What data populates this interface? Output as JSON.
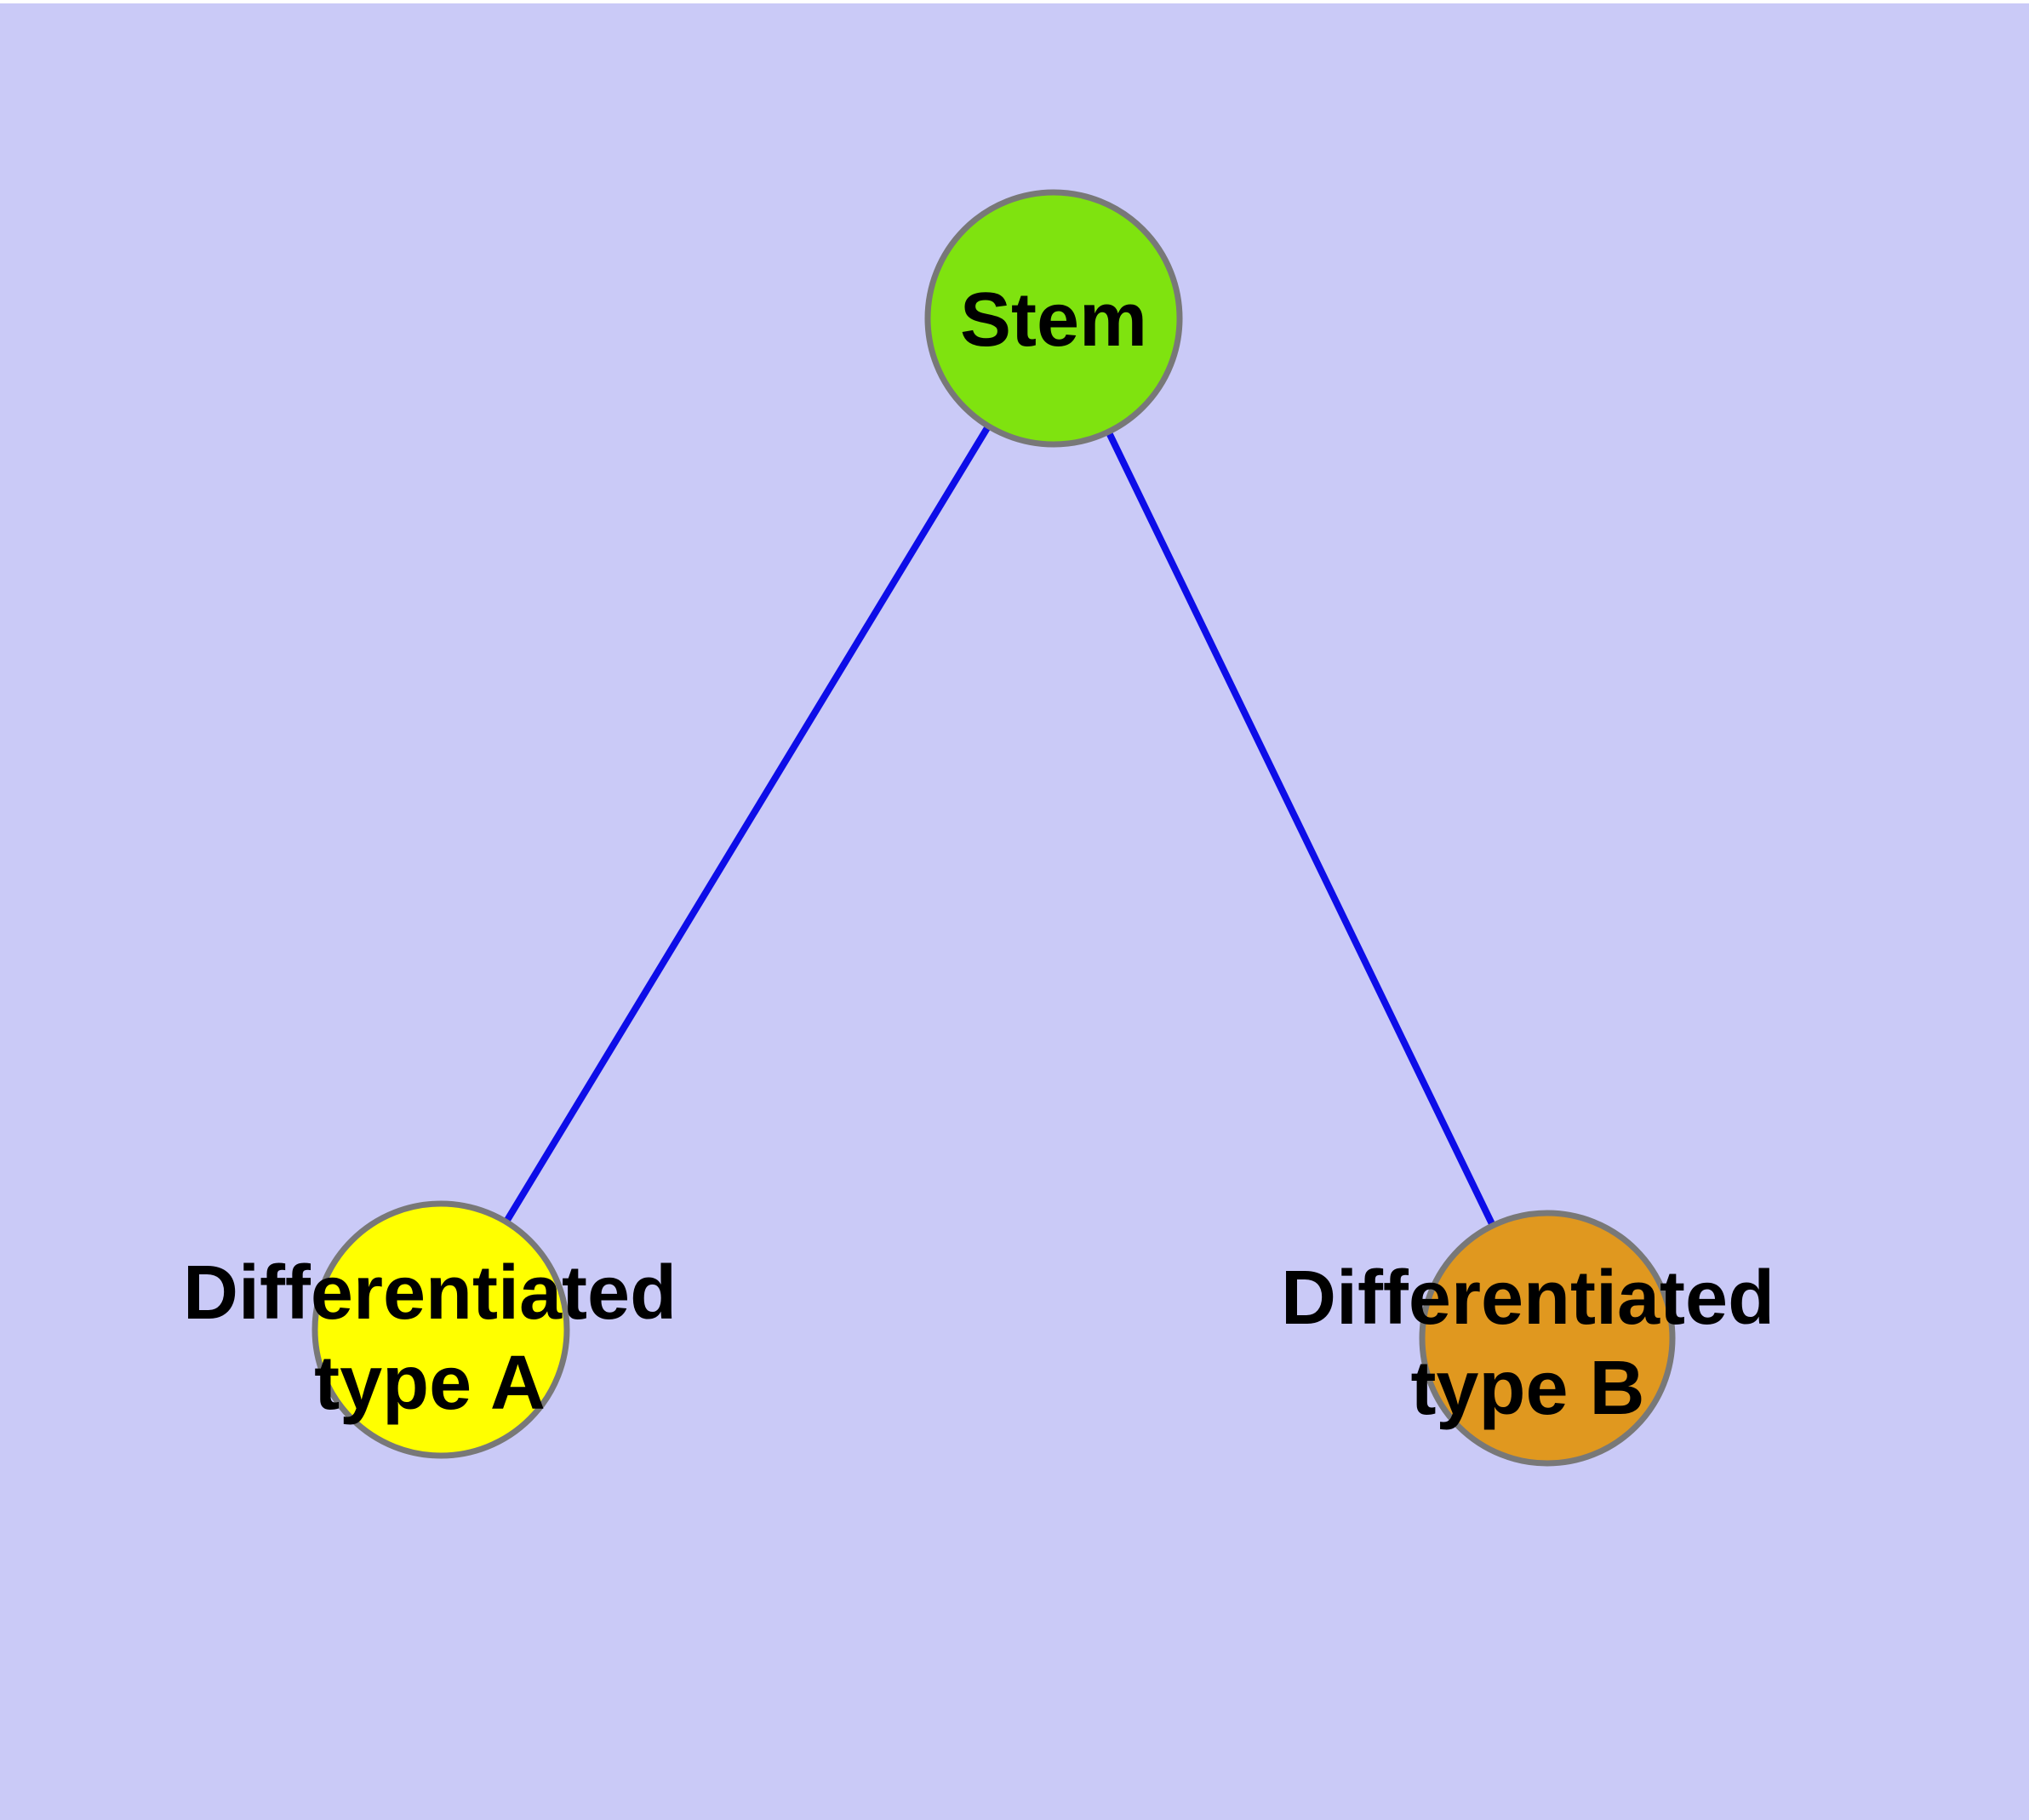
{
  "diagram": {
    "background_color": "#cacaf7",
    "edge_color": "#0d0de8",
    "node_border_color": "#787878",
    "label_color": "#000000",
    "nodes": [
      {
        "id": "stem",
        "label": "Stem",
        "fill_color": "#7fe30f",
        "shape": "circle"
      },
      {
        "id": "diff-a",
        "label_line1": "Differentiated",
        "label_line2": "type A",
        "fill_color": "#ffff00",
        "shape": "circle"
      },
      {
        "id": "diff-b",
        "label_line1": "Differentiated",
        "label_line2": "type B",
        "fill_color": "#e0981f",
        "shape": "circle"
      }
    ],
    "edges": [
      {
        "source": "Stem",
        "target": "Differentiated type A"
      },
      {
        "source": "Stem",
        "target": "Differentiated type B"
      }
    ]
  }
}
